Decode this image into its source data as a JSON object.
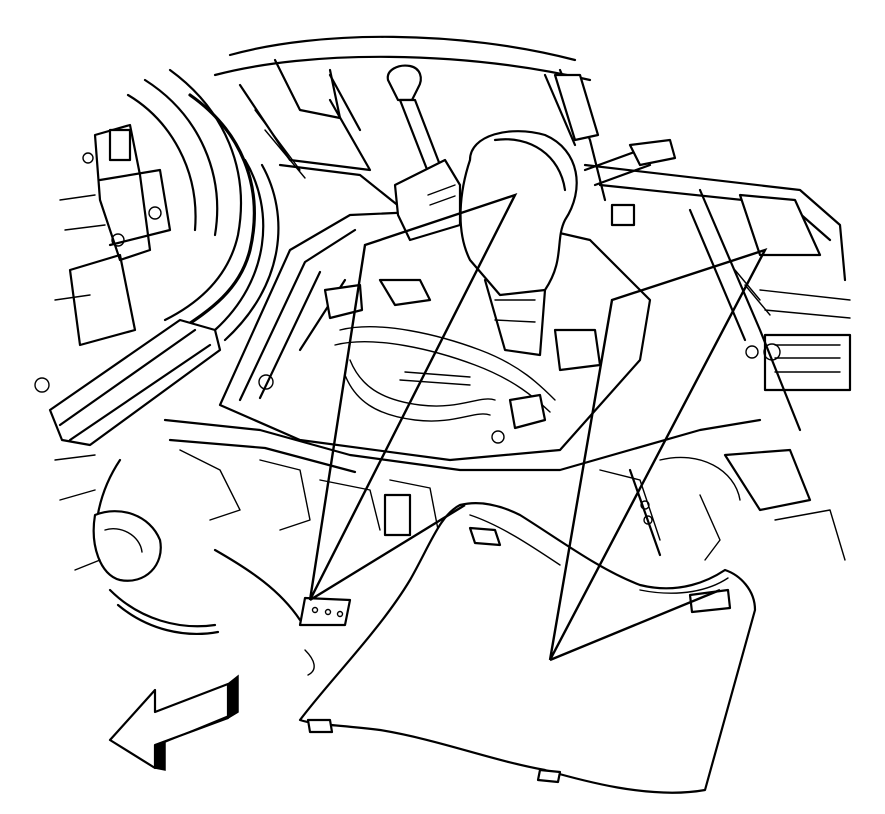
{
  "diagram": {
    "parts": [
      {
        "id": "floor-console-area",
        "icon": "vehicle-interior-cutaway"
      },
      {
        "id": "shift-lever",
        "icon": "shift-lever-icon"
      },
      {
        "id": "steering-column",
        "icon": "steering-column-icon"
      },
      {
        "id": "instrument-panel",
        "icon": "instrument-panel-icon"
      },
      {
        "id": "kneebolster-trim-panel",
        "icon": "trim-panel-icon"
      },
      {
        "id": "front-direction-arrow",
        "icon": "arrow-front-icon"
      }
    ],
    "callouts": [
      {
        "id": "callout-left-fasteners",
        "count": 2
      },
      {
        "id": "callout-right-fasteners",
        "count": 2
      }
    ],
    "colors": {
      "ink": "#000000",
      "paper": "#ffffff"
    }
  }
}
